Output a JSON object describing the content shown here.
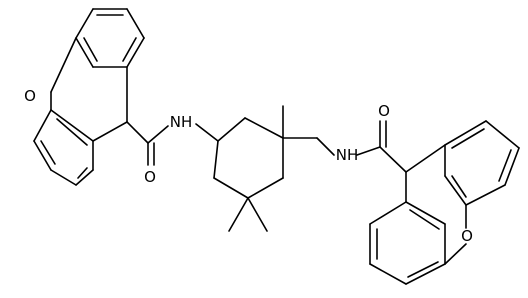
{
  "diagram": {
    "type": "skeletal-structure",
    "colors": {
      "bonds": "#000000",
      "labels": "#000000",
      "background": "#ffffff"
    },
    "atom_labels": {
      "o_top": "O",
      "o_bottom": "O",
      "o_carbonyl_1": "O",
      "o_carbonyl_2": "O",
      "nh_1": "NH",
      "nh_2": "NH"
    }
  }
}
